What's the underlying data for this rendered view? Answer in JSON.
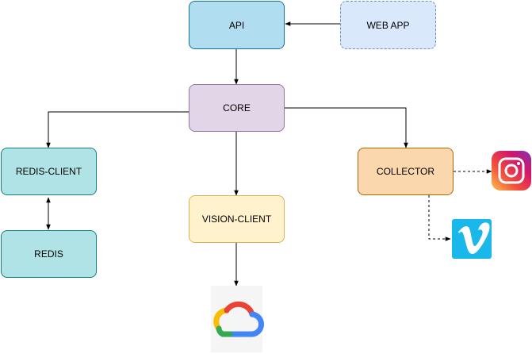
{
  "nodes": {
    "api": {
      "label": "API",
      "fill": "#b1ddf0",
      "stroke": "#10739e"
    },
    "web_app": {
      "label": "WEB APP",
      "fill": "#dae8fc",
      "stroke": "#6c8ebf"
    },
    "core": {
      "label": "CORE",
      "fill": "#e1d5e7",
      "stroke": "#9673a6"
    },
    "redis_client": {
      "label": "REDIS-CLIENT",
      "fill": "#b0e3e6",
      "stroke": "#0e8088"
    },
    "redis": {
      "label": "REDIS",
      "fill": "#b0e3e6",
      "stroke": "#0e8088"
    },
    "vision_client": {
      "label": "VISION-CLIENT",
      "fill": "#fff2cc",
      "stroke": "#d6b656"
    },
    "collector": {
      "label": "COLLECTOR",
      "fill": "#fad7ac",
      "stroke": "#b46504"
    }
  },
  "logos": {
    "instagram": "instagram-icon",
    "vimeo": "vimeo-icon",
    "google_cloud": "google-cloud-icon"
  },
  "edges": [
    {
      "from": "web_app",
      "to": "api",
      "style": "solid",
      "direction": "forward"
    },
    {
      "from": "api",
      "to": "core",
      "style": "solid",
      "direction": "forward"
    },
    {
      "from": "core",
      "to": "redis_client",
      "style": "solid",
      "direction": "forward"
    },
    {
      "from": "core",
      "to": "vision_client",
      "style": "solid",
      "direction": "forward"
    },
    {
      "from": "core",
      "to": "collector",
      "style": "solid",
      "direction": "forward"
    },
    {
      "from": "redis_client",
      "to": "redis",
      "style": "solid",
      "direction": "both"
    },
    {
      "from": "vision_client",
      "to": "google_cloud",
      "style": "solid",
      "direction": "forward"
    },
    {
      "from": "collector",
      "to": "instagram",
      "style": "dashed",
      "direction": "forward"
    },
    {
      "from": "collector",
      "to": "vimeo",
      "style": "dashed",
      "direction": "forward"
    }
  ]
}
